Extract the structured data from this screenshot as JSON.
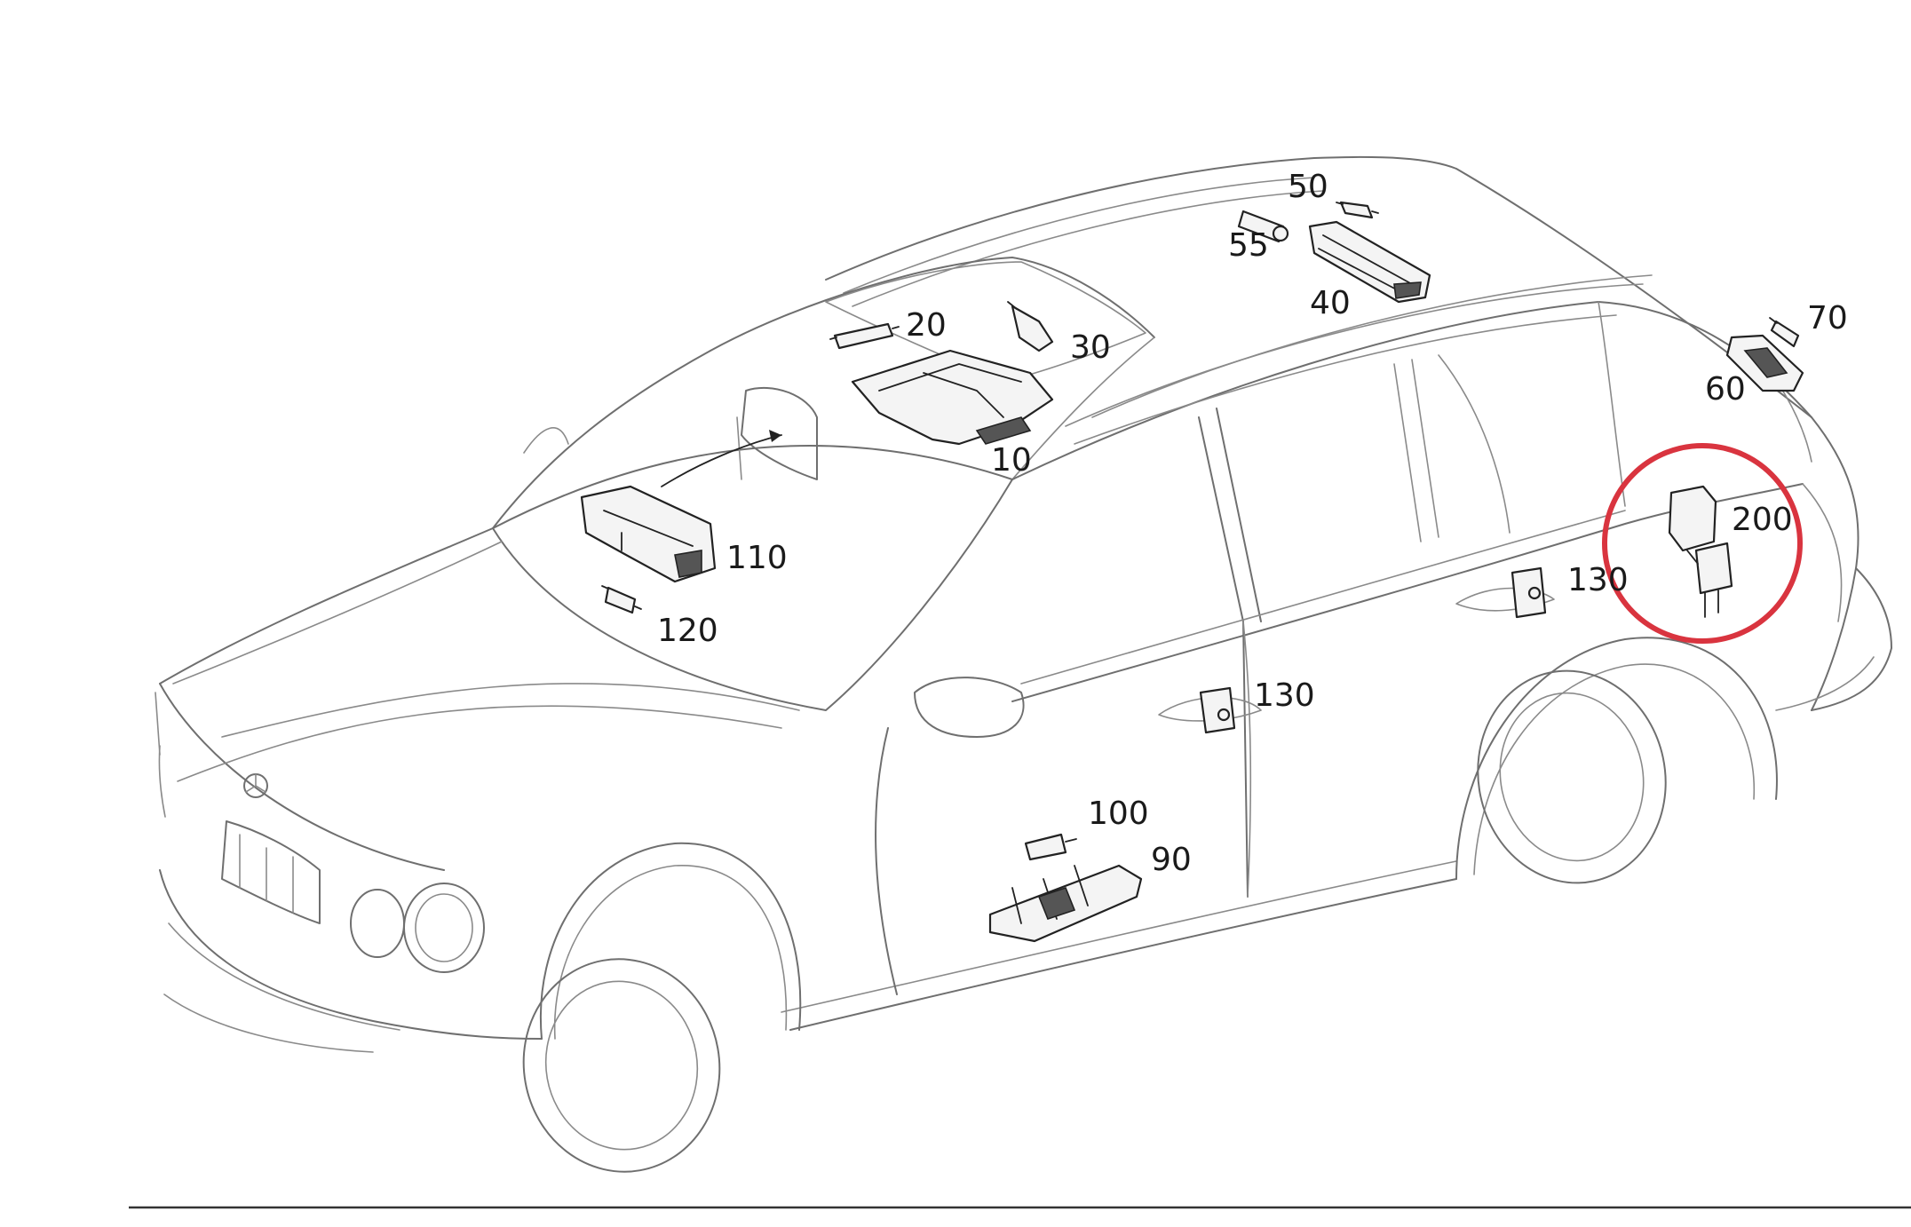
{
  "callouts": {
    "c10": "10",
    "c20": "20",
    "c30": "30",
    "c40": "40",
    "c50": "50",
    "c55": "55",
    "c60": "60",
    "c70": "70",
    "c90": "90",
    "c100": "100",
    "c110": "110",
    "c120": "120",
    "c130_front": "130",
    "c130_rear": "130",
    "c200": "200"
  },
  "highlight": {
    "part": "200",
    "color": "#d9343f"
  },
  "colors": {
    "outline": "#8a8a8a",
    "parts": "#222222",
    "background": "#ffffff"
  }
}
